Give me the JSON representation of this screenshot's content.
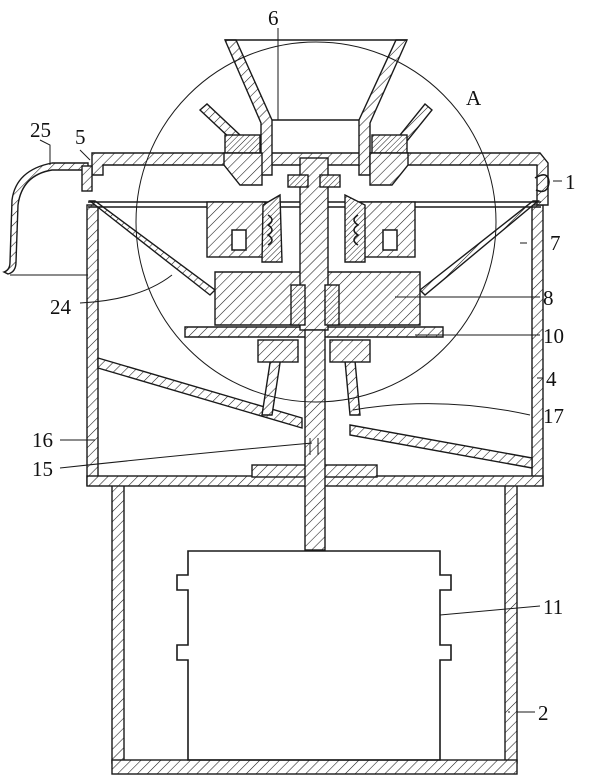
{
  "labels": {
    "l1": "1",
    "l2": "2",
    "l4": "4",
    "l5": "5",
    "l6": "6",
    "l7": "7",
    "l8": "8",
    "l10": "10",
    "l11": "11",
    "l15": "15",
    "l16": "16",
    "l17": "17",
    "l24": "24",
    "l25": "25",
    "detail": "A"
  }
}
